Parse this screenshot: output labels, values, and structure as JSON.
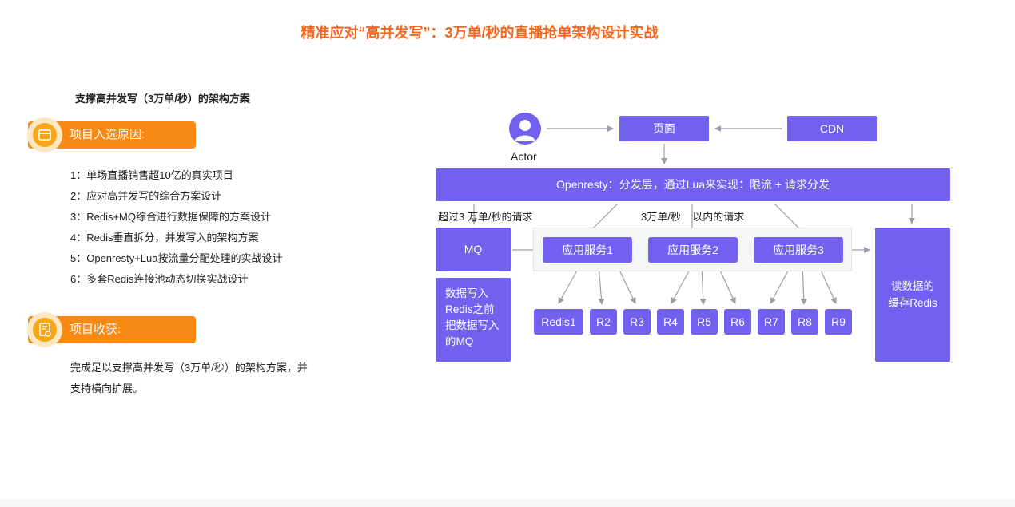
{
  "title": "精准应对“高并发写”：3万单/秒的直播抢单架构设计实战",
  "subtitle": "支撑高并发写（3万单/秒）的架构方案",
  "section_reasons": {
    "label": "项目入选原因:",
    "icon": "folder-icon",
    "items": [
      "1：单场直播销售超10亿的真实项目",
      "2：应对高并发写的综合方案设计",
      "3：Redis+MQ综合进行数据保障的方案设计",
      "4：Redis垂直拆分，并发写入的架构方案",
      "5：Openresty+Lua按流量分配处理的实战设计",
      "6：多套Redis连接池动态切换实战设计"
    ]
  },
  "section_gains": {
    "label": "项目收获:",
    "icon": "document-check-icon",
    "text_line1": "完成足以支撑高并发写（3万单/秒）的架构方案，并",
    "text_line2": "支持横向扩展。"
  },
  "diagram": {
    "actor_label": "Actor",
    "page_box": "页面",
    "cdn_box": "CDN",
    "openresty_box": "Openresty：分发层，通过Lua来实现：限流 + 请求分发",
    "label_over": "超过3  万单/秒的请求",
    "label_within": "3万单/秒    以内的请求",
    "mq_box": "MQ",
    "mq_note": [
      "数据写入",
      "Redis之前",
      "把数据写入",
      "的MQ"
    ],
    "services": [
      "应用服务1",
      "应用服务2",
      "应用服务3"
    ],
    "redis_nodes": [
      "Redis1",
      "R2",
      "R3",
      "R4",
      "R5",
      "R6",
      "R7",
      "R8",
      "R9"
    ],
    "read_cache": [
      "读数据的",
      "缓存Redis"
    ]
  },
  "colors": {
    "title": "#f3661b",
    "badge": "#f68a14",
    "box": "#7161ee",
    "arrow": "#9aa0a8"
  }
}
